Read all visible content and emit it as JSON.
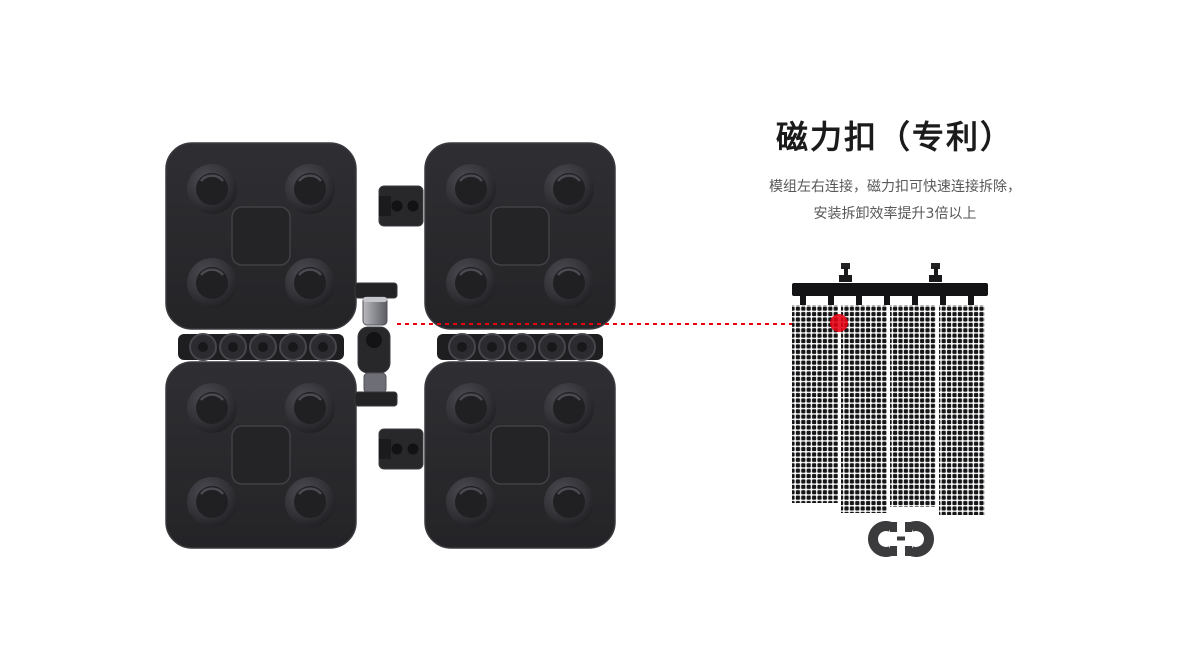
{
  "feature": {
    "title": "磁力扣（专利）",
    "description": [
      "模组左右连接，磁力扣可快速连接拆除，",
      "安装拆卸效率提升3倍以上"
    ]
  },
  "colors": {
    "accent_red": "#e60012",
    "title_text": "#1b1b1b",
    "body_text": "#595757",
    "background": "#ffffff",
    "module_dark": "#2a2a2d",
    "mesh_black": "#141416",
    "icon_gray": "#3b3b3d"
  },
  "icons": {
    "magnet": "magnet-attraction-icon",
    "highlight": "red-highlight-dot"
  }
}
